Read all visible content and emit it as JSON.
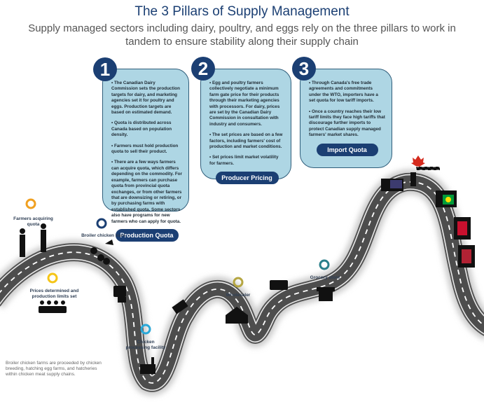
{
  "title": "The 3 Pillars of Supply Management",
  "subtitle": "Supply managed sectors including dairy, poultry, and eggs rely on the three pillars to work in tandem to ensure stability along their supply chain",
  "pillars": [
    {
      "number": "1",
      "bullets": [
        "• The Canadian Dairy Commission sets the production targets for dairy, and marketing agencies set it for poultry and eggs. Production targets are based on estimated demand.",
        "• Quota is distributed across Canada based on population density.",
        "• Farmers must hold production quota to sell their product.",
        "• There are a few ways farmers can acquire quota, which differs depending on the commodity. For example, farmers can purchase quota from provincial quota exchanges, or from other farmers that are downsizing or retiring, or by purchasing farms with established quota. Some sectors also have programs for new farmers who can apply for quota."
      ],
      "button": "Production Quota"
    },
    {
      "number": "2",
      "bullets": [
        "• Egg and poultry farmers collectively negotiate a minimum farm gate price for their products through their marketing agencies with processors. For dairy, prices are set by the Canadian Dairy Commission in consultation with industry and consumers.",
        "• The set prices are based on a few factors, including farmers' cost of production and market conditions.",
        "• Set prices limit market volatility for farmers."
      ],
      "button": "Producer Pricing"
    },
    {
      "number": "3",
      "bullets": [
        "• Through Canada's free trade agreements and commitments under the WTO, importers have a set quota for low tariff imports.",
        "• Once a country reaches their low tariff limits they face high tariffs that discourage further imports to protect Canadian supply managed farmers' market shares."
      ],
      "button": "Import Quota"
    }
  ],
  "stops": {
    "farmers": "Farmers acquiring quota",
    "barn": "Broiler chicken barn",
    "prices": "Prices determined and production limits set",
    "processing": "Chicken processing facility",
    "wholesaler": "Wholesaler",
    "grocery": "Grocery store"
  },
  "note": "Broiler chicken farms are proceeded by chicken breeding, hatching egg farms, and hatcheries within chicken meat supply chains.",
  "colors": {
    "navy": "#1b3f73",
    "card": "#aed6e4",
    "road": "#555555",
    "pin_orange": "#f0a020",
    "pin_blue": "#1b3f73",
    "pin_yellow": "#f5c518",
    "pin_cyan": "#2aa8d8",
    "pin_teal": "#2a7f8a",
    "pin_olive": "#b5a642"
  }
}
